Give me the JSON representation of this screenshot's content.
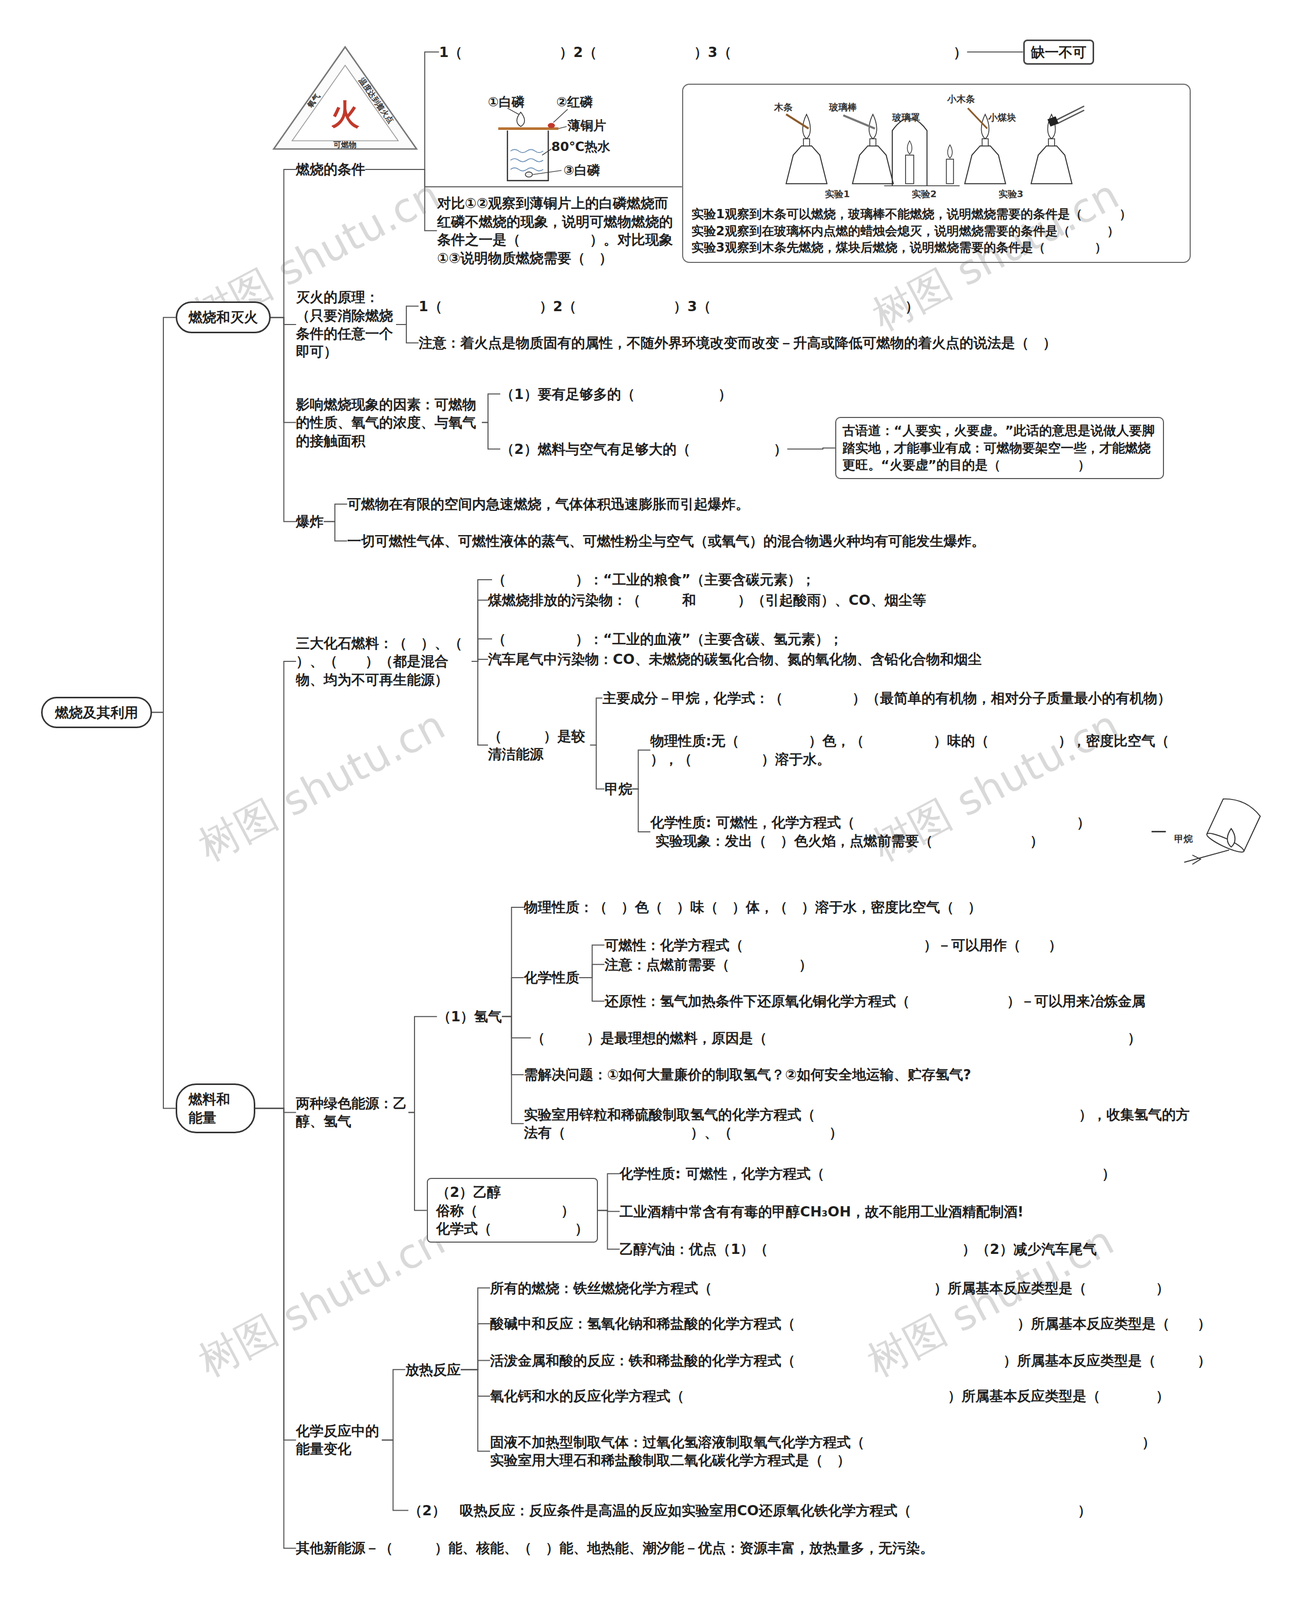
{
  "diagram": {
    "nodes": [
      {
        "text": [
          "燃烧及其利用"
        ]
      },
      {
        "text": [
          "燃烧和灭火"
        ]
      },
      {
        "text": [
          "燃料和 能量"
        ]
      },
      {
        "text": [
          "燃烧的条件"
        ]
      },
      {
        "text": [
          "1（　　　　　　　）2（　　　　　　　）3（　　　　　　　　　　　　　　　　）"
        ]
      },
      {
        "text": [
          "缺一不可"
        ]
      },
      {
        "text": [
          "对比①②观察到薄铜片上的白磷燃烧而红磷不燃烧的现象，说明可燃物燃烧的条件之一是（　　　　　）。对比现象①③说明物质燃烧需要（　）"
        ]
      },
      {
        "text": [
          "实验1观察到木条可以燃烧，玻璃棒不能燃烧，说明燃烧需要的条件是（　　　）",
          "实验2观察到在玻璃杯内点燃的蜡烛会熄灭，说明燃烧需要的条件是（　　　）",
          "实验3观察到木条先燃烧，煤块后燃烧，说明燃烧需要的条件是（　　　　）"
        ]
      },
      {
        "text": [
          "灭火的原理：（只要消除燃烧条件的任意一个即可）"
        ]
      },
      {
        "text": [
          "1（　　　　　　　）2（　　　　　　　）3（　　　　　　　　　　　　　　）"
        ]
      },
      {
        "text": [
          "注意：着火点是物质固有的属性，不随外界环境改变而改变－升高或降低可燃物的着火点的说法是（　）"
        ]
      },
      {
        "text": [
          "影响燃烧现象的因素：可燃物的性质、氧气的浓度、与氧气的接触面积"
        ]
      },
      {
        "text": [
          "（1）要有足够多的（　　　　　　）"
        ]
      },
      {
        "text": [
          "（2）燃料与空气有足够大的（　　　　　　）"
        ]
      },
      {
        "text": [
          "古语道：“人要实，火要虚。”此话的意思是说做人要脚踏实地，才能事业有成：可燃物要架空一些，才能燃烧更旺。“火要虚”的目的是（　　　　　　）"
        ]
      },
      {
        "text": [
          "爆炸"
        ]
      },
      {
        "text": [
          "可燃物在有限的空间内急速燃烧，气体体积迅速膨胀而引起爆炸。"
        ]
      },
      {
        "text": [
          "一切可燃性气体、可燃性液体的蒸气、可燃性粉尘与空气（或氧气）的混合物遇火种均有可能发生爆炸。"
        ]
      },
      {
        "text": [
          "三大化石燃料：（　）、（　　）、（　　）（都是混合物、均为不可再生能源）"
        ]
      },
      {
        "text": [
          "（　　　　　）：“工业的粮食”（主要含碳元素）；"
        ]
      },
      {
        "text": [
          "煤燃烧排放的污染物：（　　　和　　　）（引起酸雨）、CO、烟尘等"
        ]
      },
      {
        "text": [
          "（　　　　　）：“工业的血液”（主要含碳、氢元素）；"
        ]
      },
      {
        "text": [
          "汽车尾气中污染物：CO、未燃烧的碳氢化合物、氮的氧化物、含铅化合物和烟尘"
        ]
      },
      {
        "text": [
          "（　　　）是较清洁能源"
        ]
      },
      {
        "text": [
          "主要成分－甲烷，化学式：（　　　　　）（最简单的有机物，相对分子质量最小的有机物）"
        ]
      },
      {
        "text": [
          "甲烷"
        ]
      },
      {
        "text": [
          "物理性质:无（　　　　　）色，（　　　　　）味的（　　　　　），密度比空气（　　　　　），（　　　　　）溶于水。"
        ]
      },
      {
        "text": [
          "化学性质: 可燃性，化学方程式（　　　　　　　　　　　　　　　　）",
          "实验现象：发出（　）色火焰，点燃前需要（　　　　　　　）"
        ]
      },
      {
        "text": [
          "两种绿色能源：乙醇、氢气"
        ]
      },
      {
        "text": [
          "（1）氢气"
        ]
      },
      {
        "text": [
          "物理性质：（　）色（　）味（　）体，（　）溶于水，密度比空气（　）"
        ]
      },
      {
        "text": [
          "化学性质"
        ]
      },
      {
        "text": [
          "可燃性：化学方程式（　　　　　　　　　　　　　）－可以用作（　　）"
        ]
      },
      {
        "text": [
          "注意：点燃前需要（　　　　　）"
        ]
      },
      {
        "text": [
          "还原性：氢气加热条件下还原氧化铜化学方程式（　　　　　　　）－可以用来冶炼金属"
        ]
      },
      {
        "text": [
          "（　　　）是最理想的燃料，原因是（　　　　　　　　　　　　　　　　　　　　　　　　　　）"
        ]
      },
      {
        "text": [
          "需解决问题：①如何大量廉价的制取氢气？②如何安全地运输、贮存氢气?"
        ]
      },
      {
        "text": [
          "实验室用锌粒和稀硫酸制取氢气的化学方程式（　　　　　　　　　　　　　　　　　　　），收集氢气的方法有（　　　　　　　　　）、（　　　　　　　）"
        ]
      },
      {
        "text": [
          "（2）乙醇",
          "俗称（　　　　　　）",
          "化学式（　　　　　　）"
        ]
      },
      {
        "text": [
          "化学性质: 可燃性，化学方程式（　　　　　　　　　　　　　　　　　　　　）"
        ]
      },
      {
        "text": [
          "工业酒精中常含有有毒的甲醇CH₃OH，故不能用工业酒精配制酒!"
        ]
      },
      {
        "text": [
          "乙醇汽油：优点（1）（　　　　　　　　　　　　　　）（2）减少汽车尾气"
        ]
      },
      {
        "text": [
          "化学反应中的能量变化"
        ]
      },
      {
        "text": [
          "放热反应"
        ]
      },
      {
        "text": [
          "所有的燃烧：铁丝燃烧化学方程式（　　　　　　　　　　　　　　　　）所属基本反应类型是（　　　　　）"
        ]
      },
      {
        "text": [
          "酸碱中和反应：氢氧化钠和稀盐酸的化学方程式（　　　　　　　　　　　　　　　　）所属基本反应类型是（　　）"
        ]
      },
      {
        "text": [
          "活泼金属和酸的反应：铁和稀盐酸的化学方程式（　　　　　　　　　　　　　　　）所属基本反应类型是（　　　）"
        ]
      },
      {
        "text": [
          "氧化钙和水的反应化学方程式（　　　　　　　　　　　　　　　　　　　）所属基本反应类型是（　　　　）"
        ]
      },
      {
        "text": [
          "固液不加热型制取气体：过氧化氢溶液制取氧气化学方程式（　　　　　　　　　　　　　　　　　　　　）",
          "实验室用大理石和稀盐酸制取二氧化碳化学方程式是（　）"
        ]
      },
      {
        "text": [
          "（2）　吸热反应：反应条件是高温的反应如实验室用CO还原氧化铁化学方程式（　　　　　　　　　　　　）"
        ]
      },
      {
        "text": [
          "其他新能源－（　　　）能、核能、（　）能、地热能、潮汐能－优点：资源丰富，放热量多，无污染。"
        ]
      }
    ],
    "edges": [
      {
        "from": 0,
        "to": 1,
        "arrow": "none"
      },
      {
        "from": 0,
        "to": 2,
        "arrow": "none"
      },
      {
        "from": 1,
        "to": 3,
        "arrow": "none"
      },
      {
        "from": 1,
        "to": 8,
        "arrow": "none"
      },
      {
        "from": 1,
        "to": 11,
        "arrow": "none"
      },
      {
        "from": 1,
        "to": 15,
        "arrow": "none"
      },
      {
        "from": 3,
        "to": 4,
        "arrow": "none"
      },
      {
        "from": 3,
        "to": 6,
        "arrow": "none"
      },
      {
        "from": 3,
        "to": 7,
        "arrow": "none"
      },
      {
        "from": 4,
        "to": 5,
        "arrow": "none"
      },
      {
        "from": 8,
        "to": 9,
        "arrow": "none"
      },
      {
        "from": 8,
        "to": 10,
        "arrow": "none"
      },
      {
        "from": 11,
        "to": 12,
        "arrow": "none"
      },
      {
        "from": 11,
        "to": 13,
        "arrow": "none"
      },
      {
        "from": 13,
        "to": 14,
        "arrow": "none"
      },
      {
        "from": 15,
        "to": 16,
        "arrow": "none"
      },
      {
        "from": 15,
        "to": 17,
        "arrow": "none"
      },
      {
        "from": 2,
        "to": 18,
        "arrow": "none"
      },
      {
        "from": 2,
        "to": 28,
        "arrow": "none"
      },
      {
        "from": 2,
        "to": 42,
        "arrow": "none"
      },
      {
        "from": 2,
        "to": 50,
        "arrow": "none"
      },
      {
        "from": 18,
        "to": 19,
        "arrow": "none"
      },
      {
        "from": 18,
        "to": 20,
        "arrow": "none"
      },
      {
        "from": 18,
        "to": 21,
        "arrow": "none"
      },
      {
        "from": 18,
        "to": 22,
        "arrow": "none"
      },
      {
        "from": 18,
        "to": 23,
        "arrow": "none"
      },
      {
        "from": 23,
        "to": 24,
        "arrow": "none"
      },
      {
        "from": 23,
        "to": 25,
        "arrow": "none"
      },
      {
        "from": 25,
        "to": 26,
        "arrow": "none"
      },
      {
        "from": 25,
        "to": 27,
        "arrow": "none"
      },
      {
        "from": 28,
        "to": 29,
        "arrow": "none"
      },
      {
        "from": 28,
        "to": 38,
        "arrow": "none"
      },
      {
        "from": 29,
        "to": 30,
        "arrow": "none"
      },
      {
        "from": 29,
        "to": 31,
        "arrow": "none"
      },
      {
        "from": 29,
        "to": 35,
        "arrow": "none"
      },
      {
        "from": 29,
        "to": 36,
        "arrow": "none"
      },
      {
        "from": 29,
        "to": 37,
        "arrow": "none"
      },
      {
        "from": 31,
        "to": 32,
        "arrow": "none"
      },
      {
        "from": 31,
        "to": 33,
        "arrow": "none"
      },
      {
        "from": 31,
        "to": 34,
        "arrow": "none"
      },
      {
        "from": 38,
        "to": 39,
        "arrow": "none"
      },
      {
        "from": 38,
        "to": 40,
        "arrow": "none"
      },
      {
        "from": 38,
        "to": 41,
        "arrow": "none"
      },
      {
        "from": 42,
        "to": 43,
        "arrow": "none"
      },
      {
        "from": 42,
        "to": 49,
        "arrow": "none"
      },
      {
        "from": 43,
        "to": 44,
        "arrow": "none"
      },
      {
        "from": 43,
        "to": 45,
        "arrow": "none"
      },
      {
        "from": 43,
        "to": 46,
        "arrow": "none"
      },
      {
        "from": 43,
        "to": 47,
        "arrow": "none"
      },
      {
        "from": 43,
        "to": 48,
        "arrow": "none"
      }
    ],
    "labels": [
      "氧气",
      "温度达到着火点",
      "可燃物",
      "火",
      "①白磷",
      "②红磷",
      "薄铜片",
      "80℃热水",
      "③白磷",
      "木条",
      "玻璃棒",
      "玻璃罩",
      "小木条",
      "小煤块",
      "实验1",
      "实验2",
      "实验3",
      "甲烷",
      "树图 shutu.cn",
      "树图 shutu.cn",
      "树图 shutu.cn",
      "树图 shutu.cn",
      "树图 shutu.cn",
      "树图 shutu.cn"
    ]
  }
}
